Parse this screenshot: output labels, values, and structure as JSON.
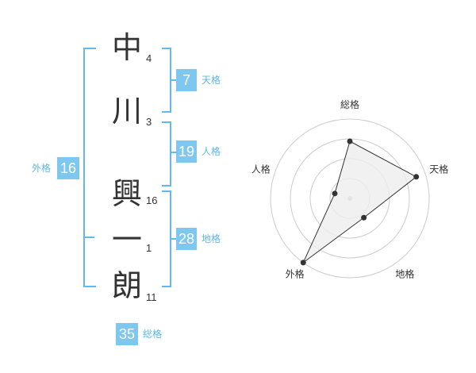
{
  "name": {
    "chars": [
      {
        "char": "中",
        "strokes": "4"
      },
      {
        "char": "川",
        "strokes": "3"
      },
      {
        "char": "興",
        "strokes": "16"
      },
      {
        "char": "一",
        "strokes": "1"
      },
      {
        "char": "朗",
        "strokes": "11"
      }
    ]
  },
  "fortune": {
    "tenkaku": {
      "label": "天格",
      "value": "7"
    },
    "jinkaku": {
      "label": "人格",
      "value": "19"
    },
    "chikaku": {
      "label": "地格",
      "value": "28"
    },
    "gaikaku": {
      "label": "外格",
      "value": "16"
    },
    "soukaku": {
      "label": "総格",
      "value": "35"
    }
  },
  "chart_data": {
    "type": "radar",
    "axes": [
      "総格",
      "天格",
      "地格",
      "外格",
      "人格"
    ],
    "values": [
      0.72,
      0.88,
      0.3,
      1.0,
      0.2
    ],
    "range": [
      0,
      1
    ],
    "rings": 4,
    "colors": {
      "grid": "#cccccc",
      "line": "#333333",
      "fill": "#eeeeee",
      "center": "#bbbbbb"
    }
  },
  "colors": {
    "accent": "#7ec8f0",
    "bracket": "#66b8e8",
    "text": "#333333"
  }
}
